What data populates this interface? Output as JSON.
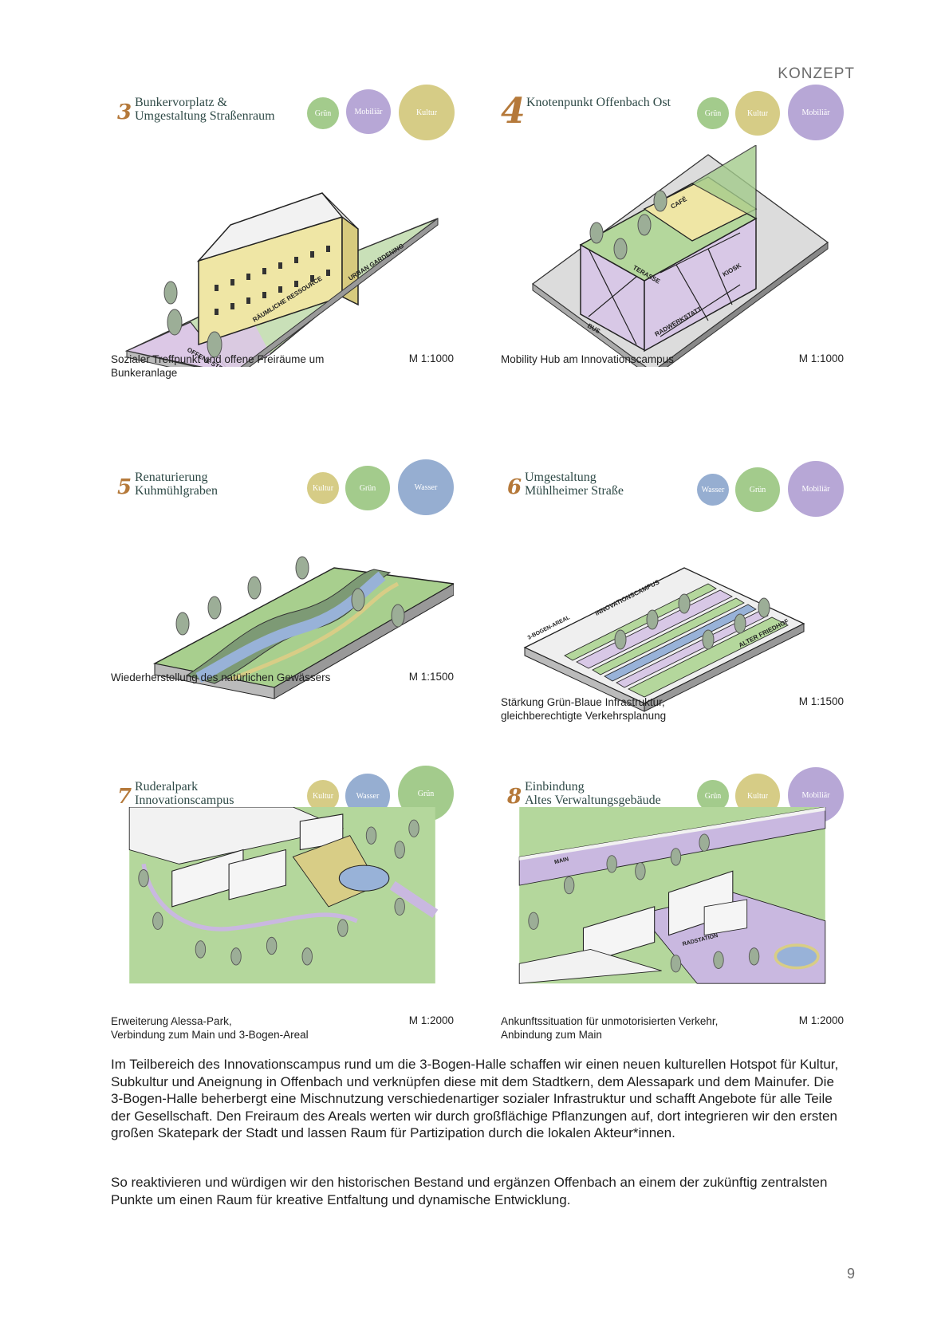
{
  "header": {
    "section": "KONZEPT"
  },
  "colors": {
    "gruen": "#a3cb8c",
    "mobiliar": "#b7a7d6",
    "kultur": "#d6cc86",
    "wasser": "#96aed1",
    "accent": "#b5793a",
    "title": "#2f4a47"
  },
  "panels": [
    {
      "number": "3",
      "title_lines": [
        "Bunkervorplatz &",
        "Umgestaltung Straßenraum"
      ],
      "circles": [
        "Grün",
        "Mobiliär",
        "Kultur"
      ],
      "illustration_labels": [
        "URBAN GARDENING",
        "RÄUMLICHE RESSOURCE",
        "OFFENE STRAßE"
      ],
      "caption": [
        "Sozialer Treffpunkt und offene Freiräume um Bunkeranlage"
      ],
      "scale": "M 1:1000"
    },
    {
      "number": "4",
      "title_lines": [
        "Knotenpunkt Offenbach Ost"
      ],
      "circles": [
        "Grün",
        "Kultur",
        "Mobiliär"
      ],
      "illustration_labels": [
        "CAFÉ",
        "TERASSE",
        "KIOSK",
        "BUS",
        "RADWERKSTATT"
      ],
      "caption": [
        "Mobility Hub am Innovationscampus"
      ],
      "scale": "M 1:1000"
    },
    {
      "number": "5",
      "title_lines": [
        "Renaturierung",
        "Kuhmühlgraben"
      ],
      "circles": [
        "Kultur",
        "Grün",
        "Wasser"
      ],
      "illustration_labels": [],
      "caption": [
        "Wiederherstellung des natürlichen Gewässers"
      ],
      "scale": "M 1:1500"
    },
    {
      "number": "6",
      "title_lines": [
        "Umgestaltung",
        "Mühlheimer Straße"
      ],
      "circles": [
        "Wasser",
        "Grün",
        "Mobiliär"
      ],
      "illustration_labels": [
        "INNOVATIONSCAMPUS",
        "3-BOGEN-AREAL",
        "ALTER FRIEDHOF"
      ],
      "caption": [
        "Stärkung Grün-Blaue Infrastruktur,",
        "gleichberechtigte Verkehrsplanung"
      ],
      "scale": "M 1:1500"
    },
    {
      "number": "7",
      "title_lines": [
        "Ruderalpark",
        "Innovationscampus"
      ],
      "circles": [
        "Kultur",
        "Wasser",
        "Grün"
      ],
      "illustration_labels": [],
      "caption": [
        "Erweiterung Alessa-Park,",
        "Verbindung zum Main und 3-Bogen-Areal"
      ],
      "scale": "M 1:2000"
    },
    {
      "number": "8",
      "title_lines": [
        "Einbindung",
        "Altes Verwaltungsgebäude"
      ],
      "circles": [
        "Grün",
        "Kultur",
        "Mobiliär"
      ],
      "illustration_labels": [
        "MAIN",
        "RADSTATION"
      ],
      "caption": [
        "Ankunftssituation für unmotorisierten Verkehr,",
        "Anbindung zum Main"
      ],
      "scale": "M 1:2000"
    }
  ],
  "body": {
    "paragraph_1": "Im Teilbereich des Innovationscampus rund um die 3-Bogen-Halle schaffen wir einen neuen kulturellen Hotspot für Kultur, Subkultur und Aneignung in Offenbach und verknüpfen diese mit dem Stadtkern, dem Alessapark und dem Mainufer. Die 3-Bogen-Halle beherbergt eine Mischnutzung verschiedenartiger sozialer Infrastruktur und schafft Angebote für alle Teile der Gesellschaft. Den Freiraum des Areals werten wir durch großflächige Pflanzungen auf, dort integrieren wir den ersten großen Skatepark der Stadt und lassen Raum für Partizipation durch die lokalen Akteur*innen.",
    "paragraph_2": "So reaktivieren und würdigen wir den historischen Bestand und ergänzen Offenbach an einem der zukünftig zentralsten Punkte um einen Raum für kreative Entfaltung und dynamische Entwicklung."
  },
  "footer": {
    "page_number": "9"
  }
}
